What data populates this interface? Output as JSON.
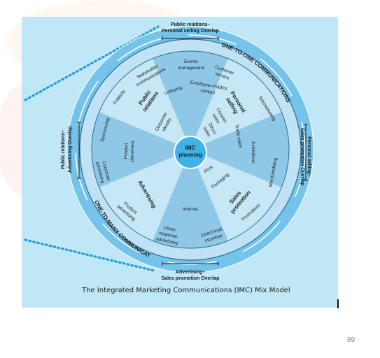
{
  "overlaps": {
    "top": [
      "Public relations–",
      "Personal selling Overlap"
    ],
    "right": [
      "Personal selling–",
      "Sales promotion Overlap"
    ],
    "bottom": [
      "Advertising–",
      "Sales promotion Overlap"
    ],
    "left": [
      "Public relations–",
      "Advertising Overlap"
    ]
  },
  "arcs": {
    "one_to_one": "ONE-TO-ONE COMMUNICATIONS",
    "one_to_many": "ONE-TO-MANY COMMUNICATIONS"
  },
  "center": [
    "IMC",
    "planning"
  ],
  "sectors": {
    "public_relations": [
      "Public",
      "relations"
    ],
    "personal_selling": [
      "Personal",
      "selling"
    ],
    "sales_promotion": [
      "Sales",
      "promotion"
    ],
    "advertising": "Advertising"
  },
  "tools": {
    "events": [
      "Events",
      "management"
    ],
    "customer_service": [
      "Customer",
      "service"
    ],
    "telemarketing": "Telemarketing",
    "exhibitions": "Exhibitions",
    "merchandising": "Merchandising",
    "promotions": "Promotions",
    "direct_mail": [
      "Direct mail",
      "incentive"
    ],
    "internet": "Internet",
    "direct_response": [
      "Direct",
      "response",
      "advertising"
    ],
    "product_advertising": [
      "Product",
      "advertising"
    ],
    "corporate_advertising": [
      "Corporate",
      "advertising"
    ],
    "sponsorship": "Sponsorship",
    "publicity": "Publicity",
    "stakeholder": [
      "Stakeholder",
      "communications"
    ],
    "lobbying": "Lobbying",
    "employee_publics": [
      "Employee–Publics",
      "contact"
    ],
    "counter_sales": [
      "Counter",
      "sales"
    ],
    "direct_sales": [
      "Direct",
      "sales"
    ],
    "trade_sales": "Trade sales",
    "pos": "POS",
    "packaging": "Packaging",
    "corporate_identity": [
      "Corporate",
      "identity"
    ],
    "product_placement": [
      "Product",
      "placement"
    ]
  },
  "caption": "The Integrated Marketing Communications (IMC) Mix Model",
  "page_number": "89",
  "colors": {
    "panel": "#bfe7f6",
    "ring_outer": "#74c3ea",
    "ring_inner": "#a9daf2",
    "sector_dark": "#8fc8e6",
    "sector_light": "#c6e7f5",
    "center": "#3fb2e8",
    "dotted": "#1b9ad8"
  }
}
